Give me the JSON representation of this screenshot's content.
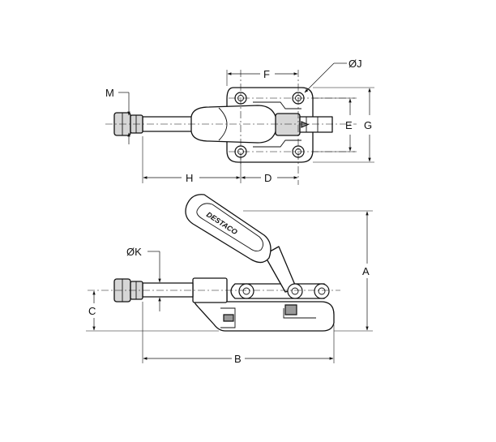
{
  "labels": {
    "F": "F",
    "J": "ØJ",
    "M": "M",
    "E": "E",
    "G": "G",
    "H": "H",
    "D": "D",
    "K": "ØK",
    "A": "A",
    "C": "C",
    "B": "B"
  },
  "brand": "DESTACO"
}
